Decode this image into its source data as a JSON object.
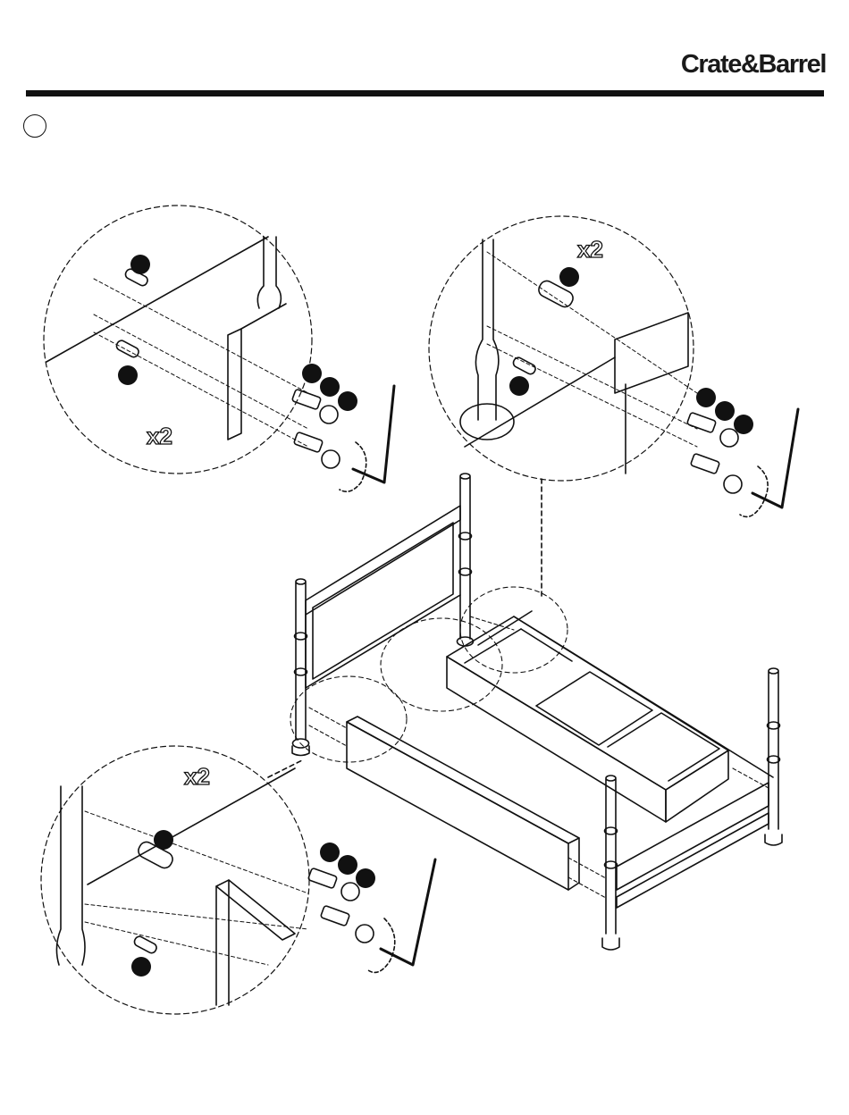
{
  "header": {
    "brand": "Crate&Barrel"
  },
  "callouts": {
    "top_left": {
      "quantity": "x2"
    },
    "top_right": {
      "quantity": "x2"
    },
    "bottom_left": {
      "quantity": "x2"
    }
  },
  "colors": {
    "ink": "#111111",
    "paper": "#ffffff"
  }
}
